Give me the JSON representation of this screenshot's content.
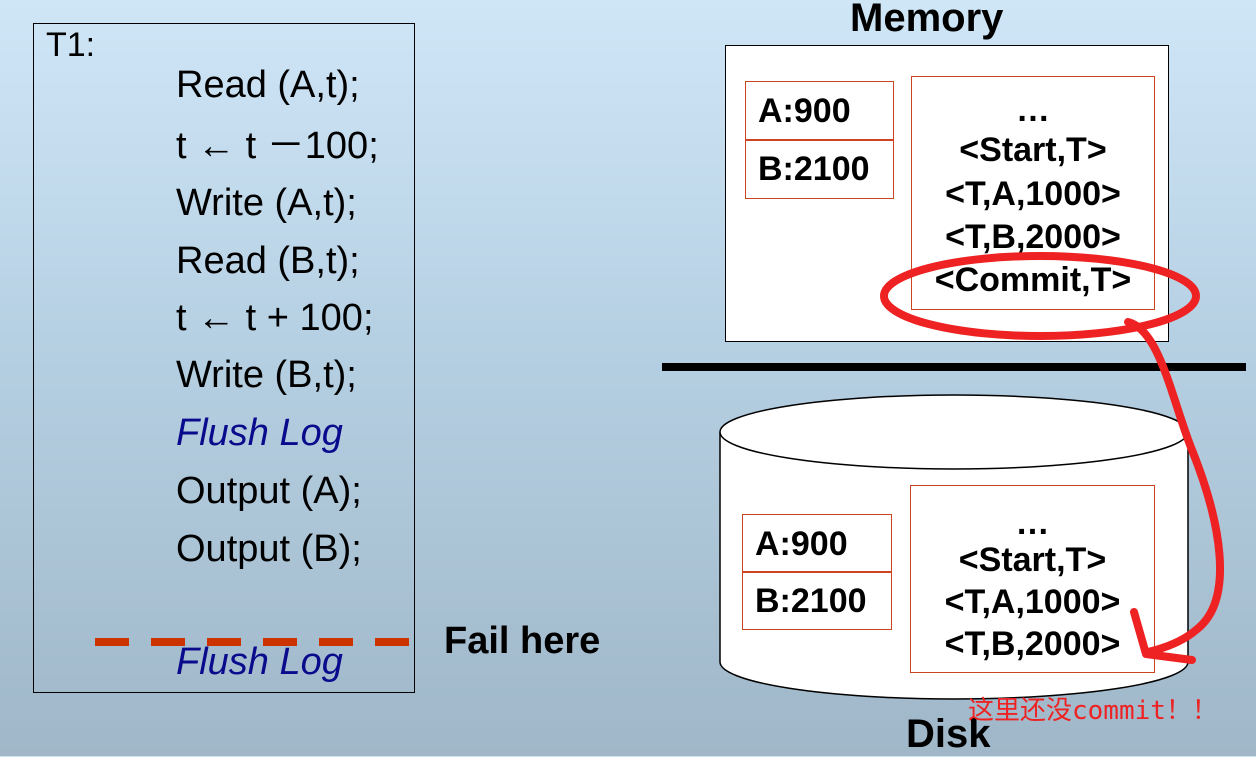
{
  "transaction": {
    "label": "T1:",
    "lines": [
      "Read (A,t);",
      "t ← t －100;",
      "Write (A,t);",
      "Read (B,t);",
      "t ← t + 100;",
      "Write (B,t);",
      "Flush Log",
      "Output (A);",
      "Output (B);"
    ],
    "final_flush": "Flush Log",
    "fail_label": "Fail here"
  },
  "memory": {
    "title": "Memory",
    "cells": [
      "A:900",
      "B:2100"
    ],
    "log": [
      "…",
      "<Start,T>",
      "<T,A,1000>",
      "<T,B,2000>",
      "<Commit,T>"
    ]
  },
  "disk": {
    "title": "Disk",
    "cells": [
      "A:900",
      "B:2100"
    ],
    "log": [
      "…",
      "<Start,T>",
      "<T,A,1000>",
      "<T,B,2000>"
    ],
    "note": "这里还没commit！！"
  },
  "colors": {
    "flush_text": "#0a0a8c",
    "cell_border": "#cc4422",
    "annotation_red": "#ee2222",
    "dash": "#cc3300"
  }
}
